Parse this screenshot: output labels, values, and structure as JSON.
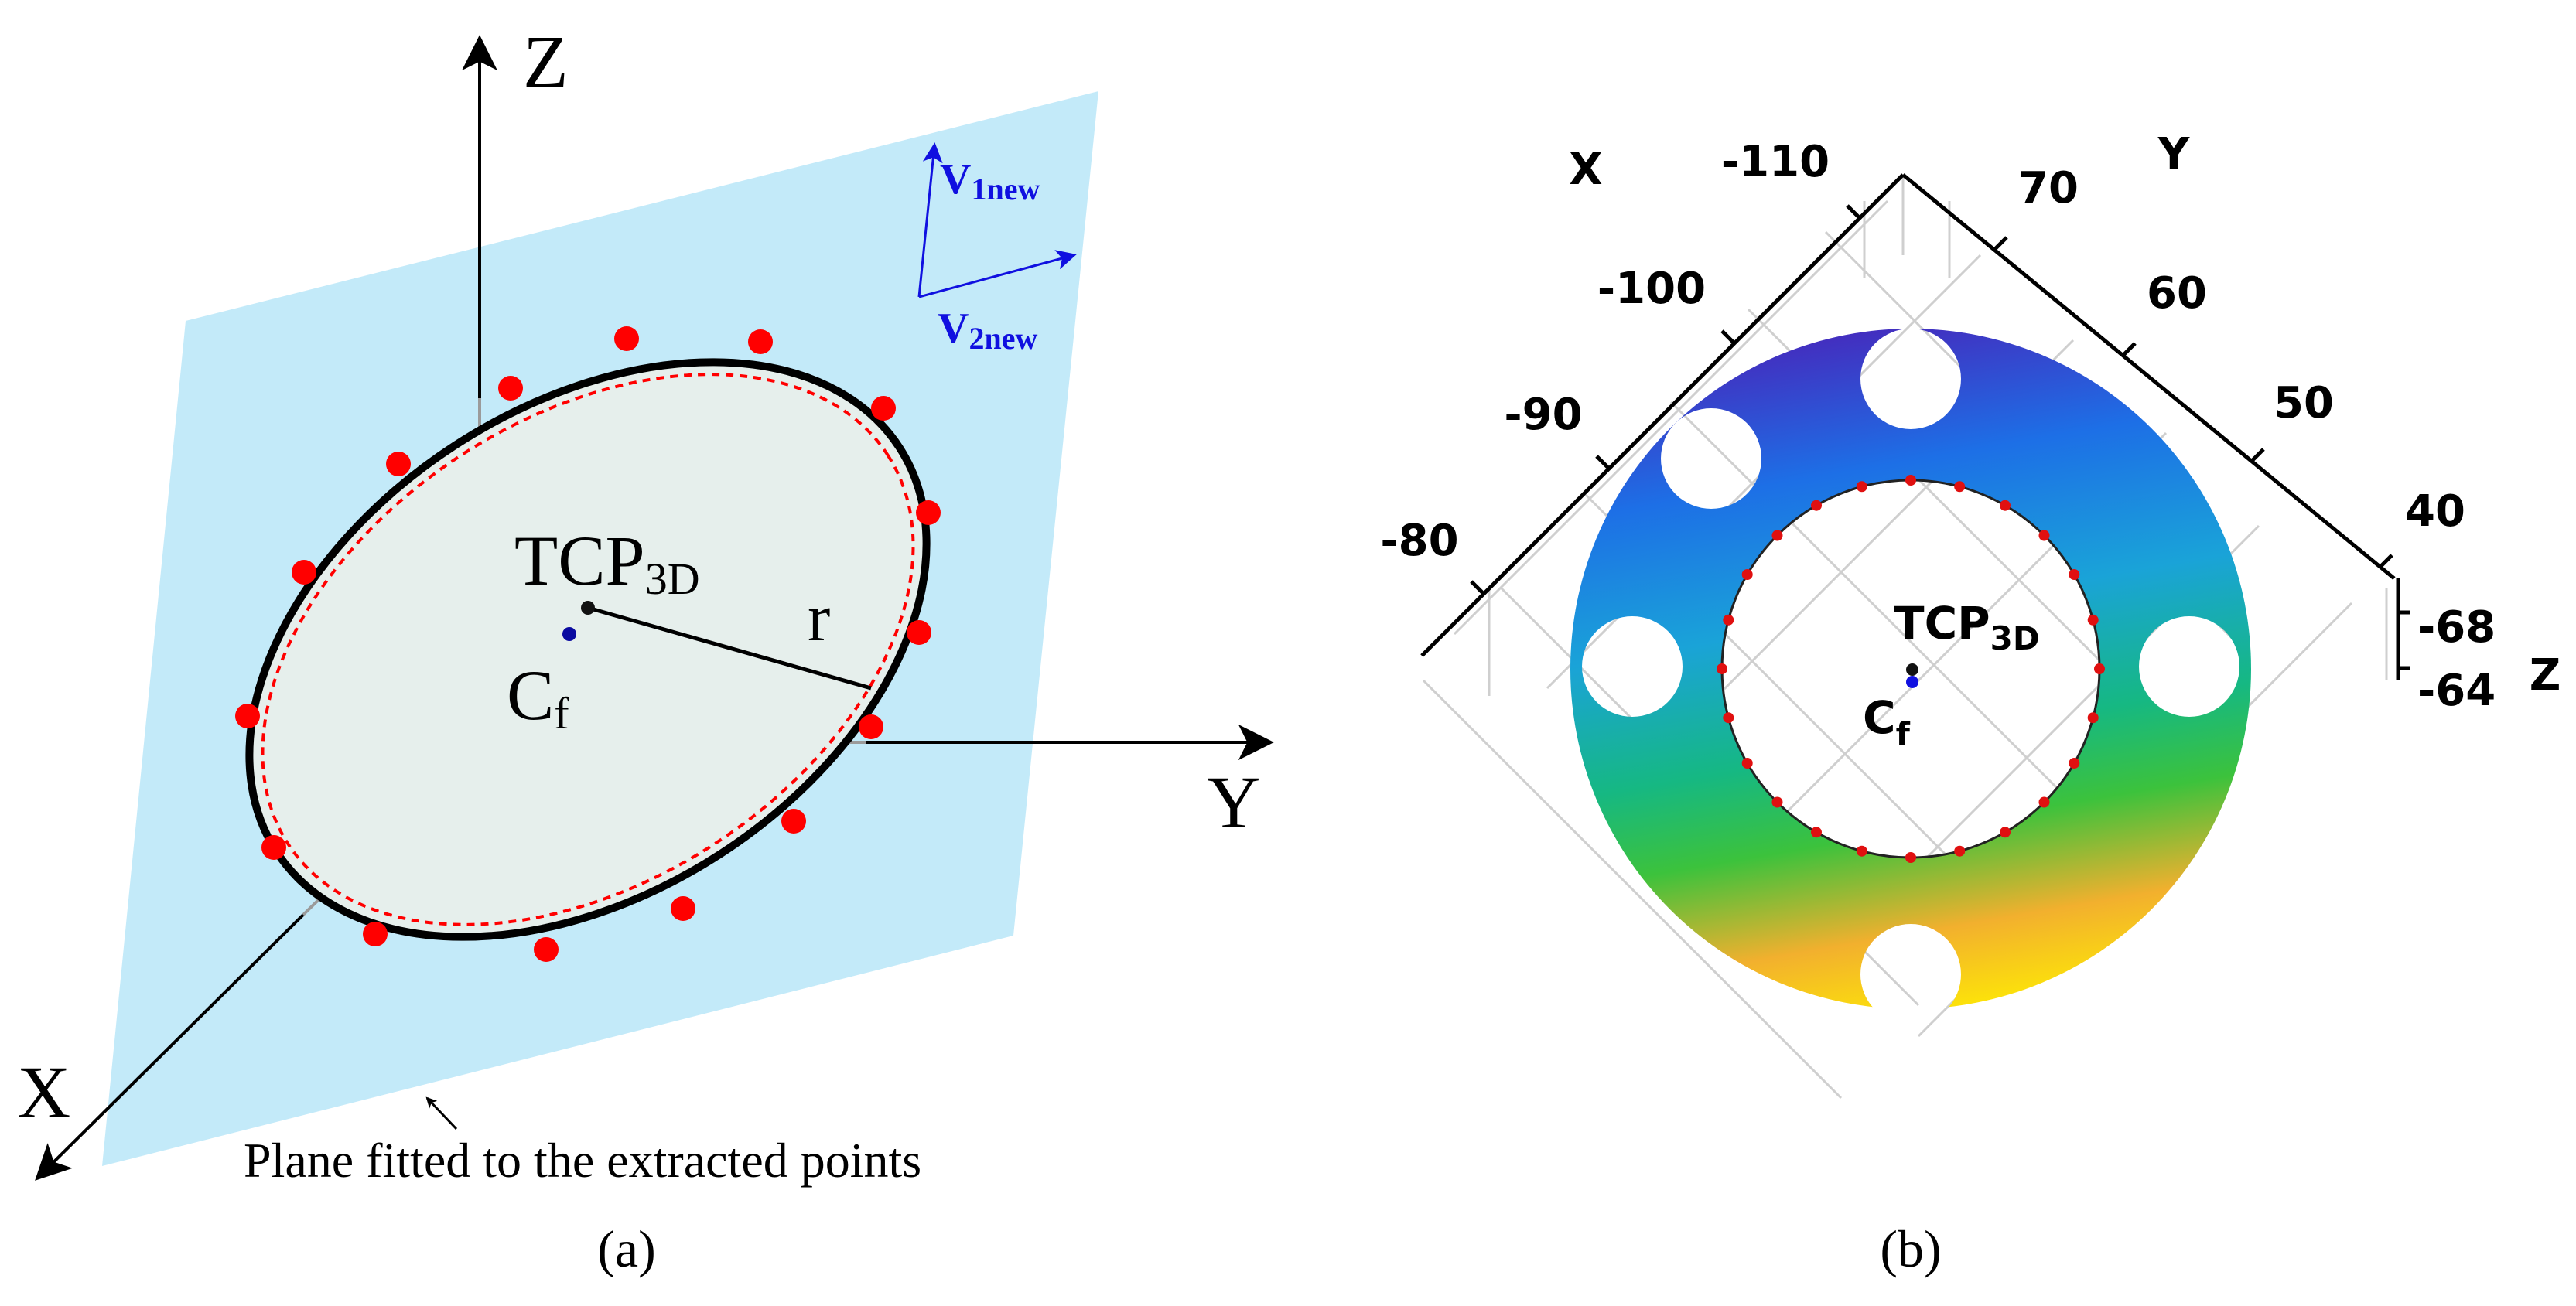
{
  "panel_a": {
    "axis_z": "Z",
    "axis_y": "Y",
    "axis_x": "X",
    "v1_main": "V",
    "v1_sub": "1new",
    "v2_main": "V",
    "v2_sub": "2new",
    "tcp_main": "TCP",
    "tcp_sub": "3D",
    "cf_main": "C",
    "cf_sub": "f",
    "radius": "r",
    "plane_note": "Plane fitted to the extracted points",
    "caption": "(a)"
  },
  "panel_b": {
    "axis_x": "X",
    "axis_y": "Y",
    "axis_z": "Z",
    "x_ticks": [
      "-110",
      "-100",
      "-90",
      "-80"
    ],
    "y_ticks": [
      "70",
      "60",
      "50",
      "40"
    ],
    "z_ticks": [
      "-68",
      "-64"
    ],
    "tcp_main": "TCP",
    "tcp_sub": "3D",
    "cf_main": "C",
    "cf_sub": "f",
    "caption": "(b)"
  },
  "colors": {
    "plane": "#c3eaf9",
    "disk": "#e6efec",
    "points": "#ff0000",
    "vectors": "#1010e0",
    "cf_dot": "#0a0aa0"
  }
}
